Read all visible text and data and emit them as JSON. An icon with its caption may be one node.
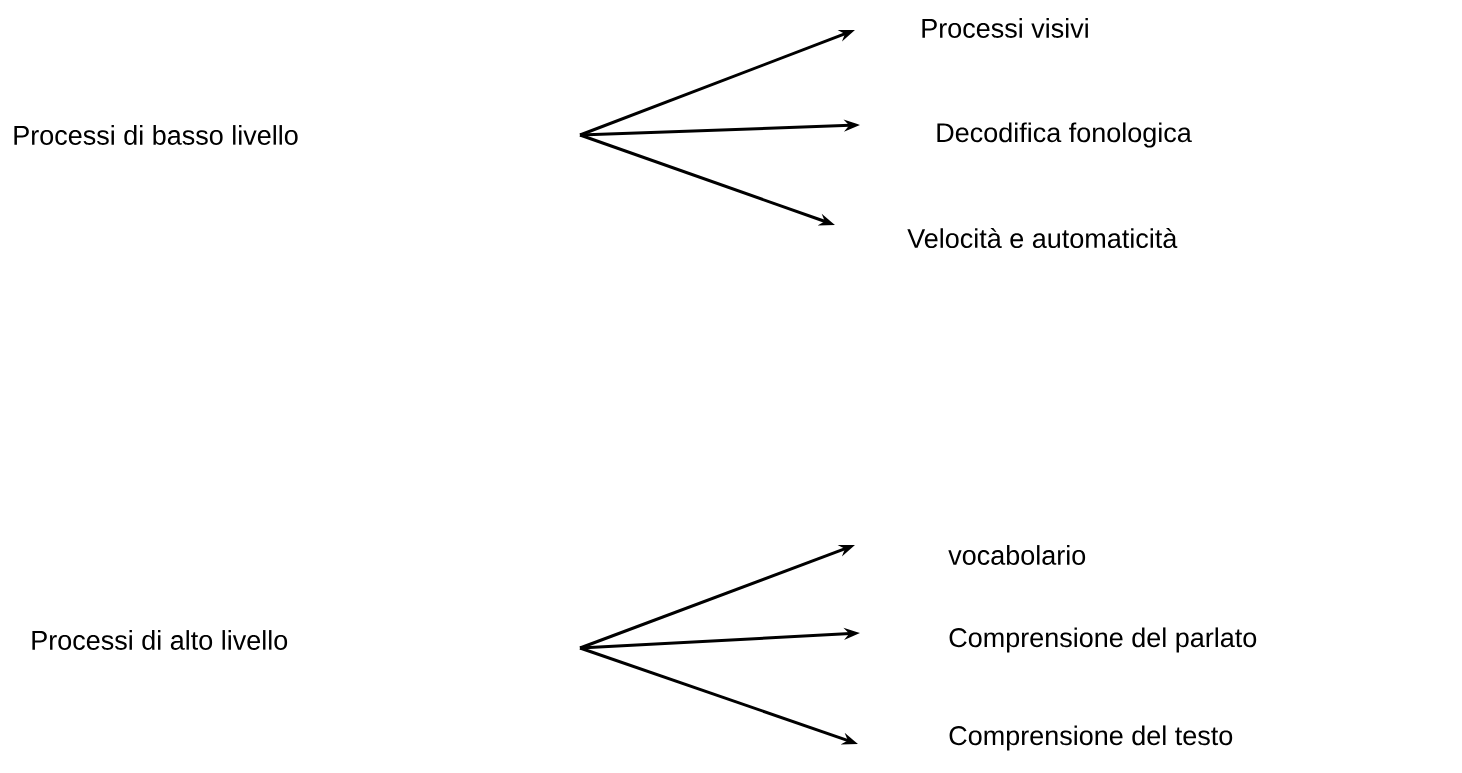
{
  "diagram": {
    "nodes": [
      {
        "text": [
          "Processi di basso livello"
        ]
      },
      {
        "text": [
          "Processi visivi"
        ]
      },
      {
        "text": [
          "Decodifica fonologica"
        ]
      },
      {
        "text": [
          "Velocità e automaticità"
        ]
      },
      {
        "text": [
          "Processi di alto livello"
        ]
      },
      {
        "text": [
          "vocabolario"
        ]
      },
      {
        "text": [
          "Comprensione del parlato"
        ]
      },
      {
        "text": [
          "Comprensione del testo"
        ]
      }
    ],
    "edges": [
      {
        "from": null,
        "to": 1,
        "arrow": "to"
      },
      {
        "from": null,
        "to": 2,
        "arrow": "to"
      },
      {
        "from": null,
        "to": 3,
        "arrow": "to"
      },
      {
        "from": null,
        "to": 5,
        "arrow": "to"
      },
      {
        "from": null,
        "to": 6,
        "arrow": "to"
      },
      {
        "from": null,
        "to": 7,
        "arrow": "to"
      }
    ]
  }
}
